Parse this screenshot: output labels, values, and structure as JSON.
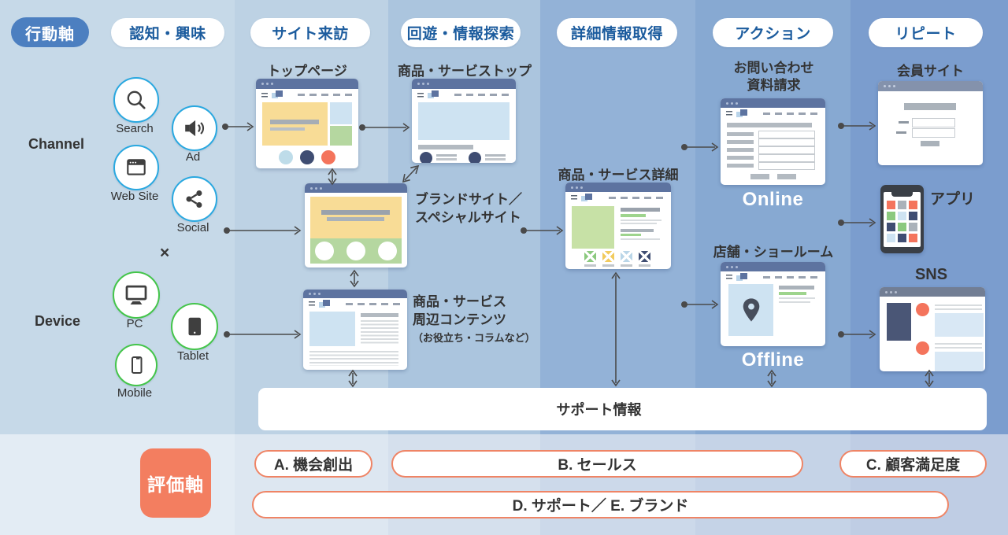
{
  "header": {
    "axis_label": "行動軸",
    "stages": [
      {
        "label": "認知・興味"
      },
      {
        "label": "サイト来訪"
      },
      {
        "label": "回遊・情報探索"
      },
      {
        "label": "詳細情報取得"
      },
      {
        "label": "アクション"
      },
      {
        "label": "リピート"
      }
    ]
  },
  "left_panel": {
    "channel_label": "Channel",
    "channels": [
      {
        "name": "Search"
      },
      {
        "name": "Ad"
      },
      {
        "name": "Web Site"
      },
      {
        "name": "Social"
      }
    ],
    "multiply_symbol": "×",
    "device_label": "Device",
    "devices": [
      {
        "name": "PC"
      },
      {
        "name": "Tablet"
      },
      {
        "name": "Mobile"
      }
    ]
  },
  "pages": {
    "top_page": "トップページ",
    "product_service_top": "商品・サービストップ",
    "brand_site_line1": "ブランドサイト／",
    "brand_site_line2": "スペシャルサイト",
    "related_content_line1": "商品・サービス",
    "related_content_line2": "周辺コンテンツ",
    "related_content_line3": "（お役立ち・コラムなど）",
    "product_service_detail": "商品・サービス詳細",
    "contact_line1": "お問い合わせ",
    "contact_line2": "資料請求",
    "online_label": "Online",
    "store_showroom": "店舗・ショールーム",
    "offline_label": "Offline",
    "member_site": "会員サイト",
    "app_label": "アプリ",
    "sns_label": "SNS",
    "support_info": "サポート情報"
  },
  "evaluation": {
    "axis_label": "評価軸",
    "pill_a": "A. 機会創出",
    "pill_b": "B. セールス",
    "pill_c": "C. 顧客満足度",
    "pill_d": "D. サポート／ E. ブランド"
  },
  "colors": {
    "stage_text": "#1c5c9e",
    "behavior_axis_bg": "#4c7fc0",
    "evaluation_axis_bg": "#f37e60",
    "evaluation_border": "#ef8465",
    "channel_ring": "#29a8e0",
    "device_ring": "#44c54a",
    "arrow": "#4a4a4a",
    "card_header": "#5d73a0",
    "accent_red": "#f4745c",
    "accent_navy": "#3f4d72",
    "accent_yellow": "#f8dc96",
    "accent_green": "#b5d7a0"
  }
}
